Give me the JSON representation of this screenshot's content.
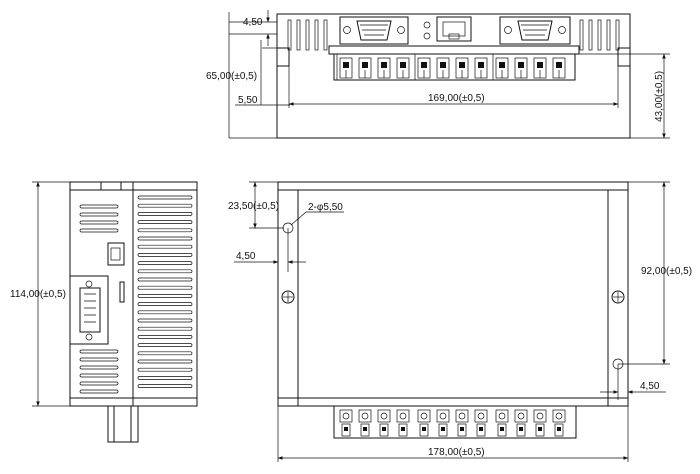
{
  "dimensions": {
    "d_4_50_top": "4,50",
    "d_65_00": "65,00(±0,5)",
    "d_5_50": "5,50",
    "d_169_00": "169,00(±0,5)",
    "d_43_00": "43,00(±0,5)",
    "d_114_00": "114,00(±0,5)",
    "d_23_50": "23,50(±0,5)",
    "d_hole": "2-φ5,50",
    "d_4_50_left": "4,50",
    "d_92_00": "92,00(±0,5)",
    "d_4_50_right": "4,50",
    "d_178_00": "178,00(±0,5)"
  }
}
